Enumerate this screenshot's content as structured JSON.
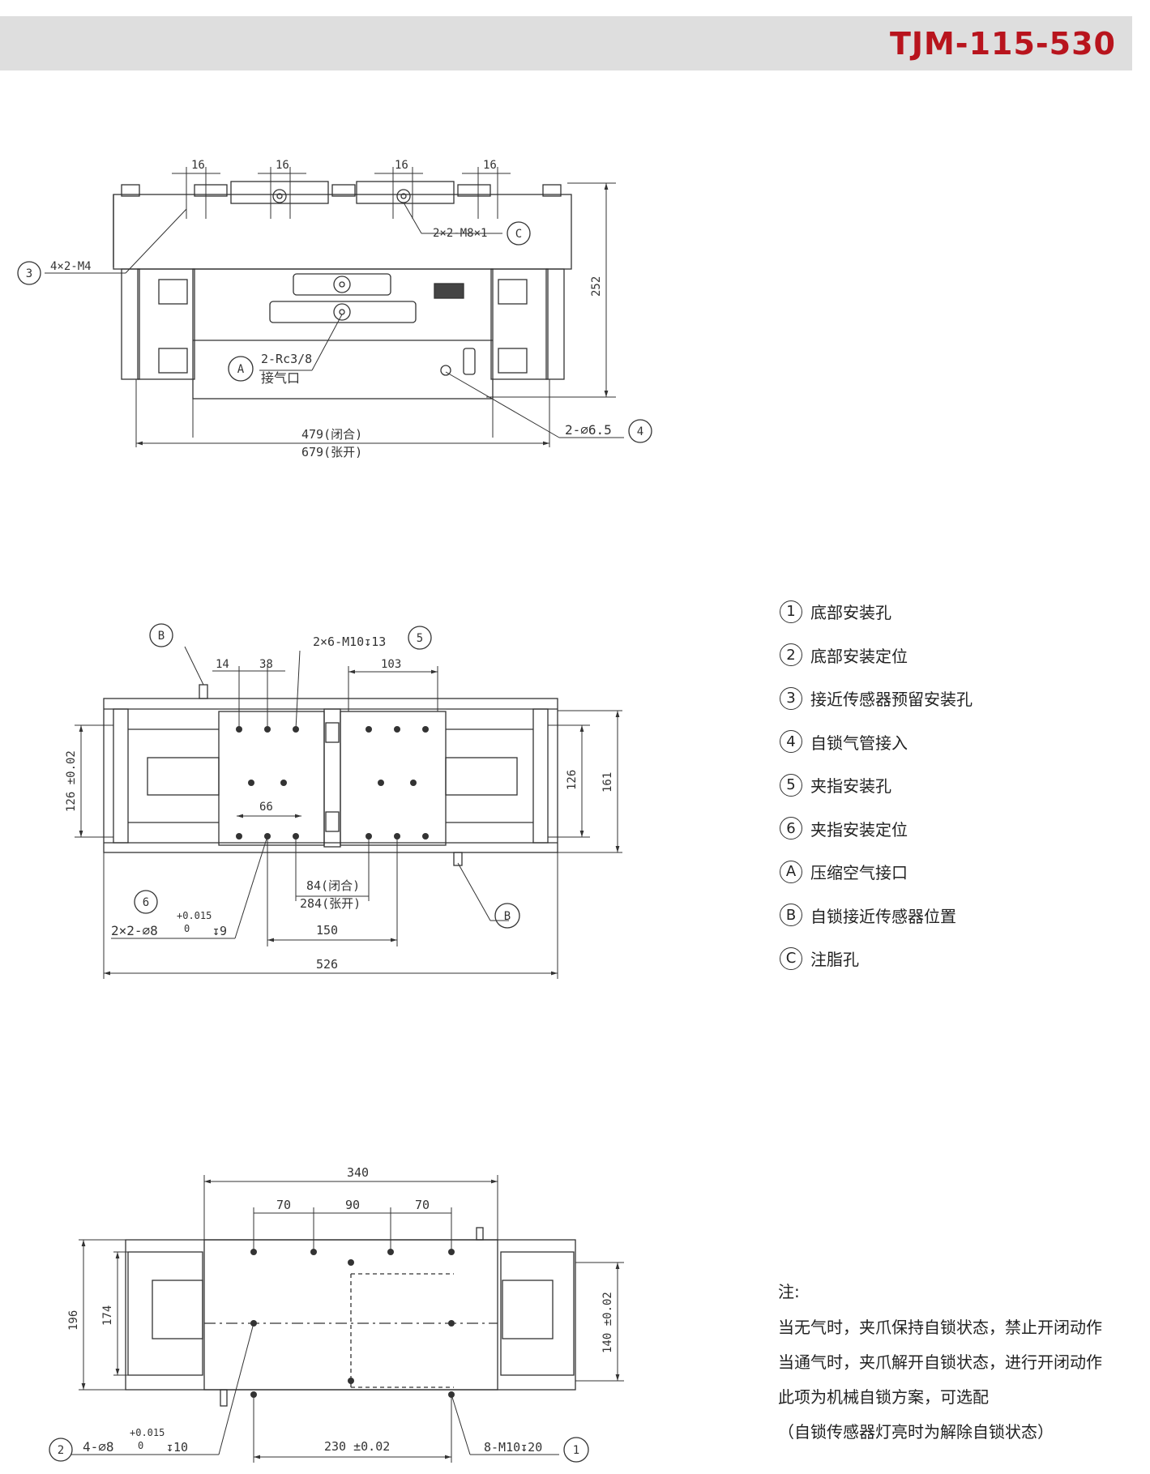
{
  "header": {
    "model": "TJM-115-530"
  },
  "view_top": {
    "dims": {
      "d16_a": "16",
      "d16_b": "16",
      "d16_c": "16",
      "d16_d": "16",
      "h252": "252",
      "w479": "479(闭合)",
      "w679": "679(张开)"
    },
    "callouts": {
      "c3_text": "4×2-M4",
      "c3_mark": "3",
      "cC_text": "2×2-M8×1",
      "cC_mark": "C",
      "cA_text1": "2-Rc3/8",
      "cA_text2": "接气口",
      "cA_mark": "A",
      "c4_text": "2-∅6.5",
      "c4_mark": "4"
    }
  },
  "view_mid": {
    "dims": {
      "d14": "14",
      "d38": "38",
      "d103": "103",
      "d66": "66",
      "d126": "126",
      "d161": "161",
      "d126tol": "126 ±0.02",
      "d84": "84(闭合)",
      "d284": "284(张开)",
      "d150": "150",
      "d526": "526"
    },
    "callouts": {
      "cB1_mark": "B",
      "cB2_mark": "B",
      "c5_text": "2×6-M10↧13",
      "c5_mark": "5",
      "c6_mark": "6",
      "c6_text": "2×2-∅8",
      "c6_tol_up": "+0.015",
      "c6_tol_lo": "0",
      "c6_depth": "↧9"
    }
  },
  "view_bot": {
    "dims": {
      "d340": "340",
      "d70a": "70",
      "d90": "90",
      "d70b": "70",
      "d196": "196",
      "d174": "174",
      "d140": "140 ±0.02",
      "d230": "230 ±0.02"
    },
    "callouts": {
      "c2_mark": "2",
      "c2_text": "4-∅8",
      "c2_tol_up": "+0.015",
      "c2_tol_lo": "0",
      "c2_depth": "↧10",
      "c1_text": "8-M10↧20",
      "c1_mark": "1"
    }
  },
  "legend": [
    {
      "mark": "1",
      "label": "底部安装孔"
    },
    {
      "mark": "2",
      "label": "底部安装定位"
    },
    {
      "mark": "3",
      "label": "接近传感器预留安装孔"
    },
    {
      "mark": "4",
      "label": "自锁气管接入"
    },
    {
      "mark": "5",
      "label": "夹指安装孔"
    },
    {
      "mark": "6",
      "label": "夹指安装定位"
    },
    {
      "mark": "A",
      "label": "压缩空气接口"
    },
    {
      "mark": "B",
      "label": "自锁接近传感器位置"
    },
    {
      "mark": "C",
      "label": "注脂孔"
    }
  ],
  "notes": {
    "title": "注:",
    "lines": [
      "当无气时，夹爪保持自锁状态，禁止开闭动作",
      "当通气时，夹爪解开自锁状态，进行开闭动作",
      "此项为机械自锁方案，可选配",
      "（自锁传感器灯亮时为解除自锁状态）"
    ]
  }
}
